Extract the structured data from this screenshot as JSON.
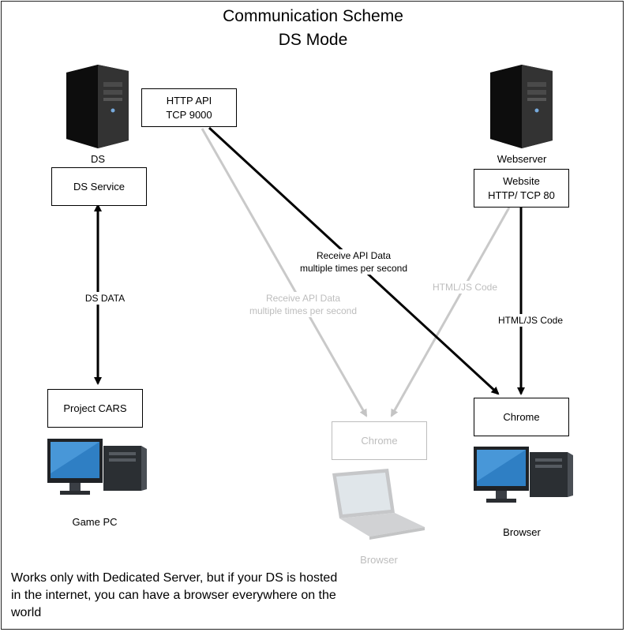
{
  "title": {
    "line1": "Communication Scheme",
    "line2": "DS Mode"
  },
  "nodes": {
    "ds_label": "DS",
    "ds_service": "DS Service",
    "http_api": {
      "line1": "HTTP API",
      "line2": "TCP 9000"
    },
    "webserver_label": "Webserver",
    "website": {
      "line1": "Website",
      "line2": "HTTP/ TCP 80"
    },
    "project_cars": "Project CARS",
    "game_pc_label": "Game PC",
    "chrome_faded": "Chrome",
    "browser_faded_label": "Browser",
    "chrome": "Chrome",
    "browser_label": "Browser"
  },
  "edges": {
    "ds_data": "DS DATA",
    "api_data": {
      "line1": "Receive API Data",
      "line2": "multiple times per second"
    },
    "api_data_faded": {
      "line1": "Receive API Data",
      "line2": "multiple times per second"
    },
    "html_js_faded": "HTML/JS Code",
    "html_js": "HTML/JS Code"
  },
  "note": "Works only with Dedicated Server, but if your DS is hosted in the internet, you can have a browser everywhere on the world",
  "icons": [
    "server-tower-icon",
    "server-tower-icon",
    "desktop-pc-icon",
    "laptop-icon",
    "desktop-pc-icon"
  ],
  "colors": {
    "line": "#000000",
    "faded": "#bdbdbd"
  }
}
